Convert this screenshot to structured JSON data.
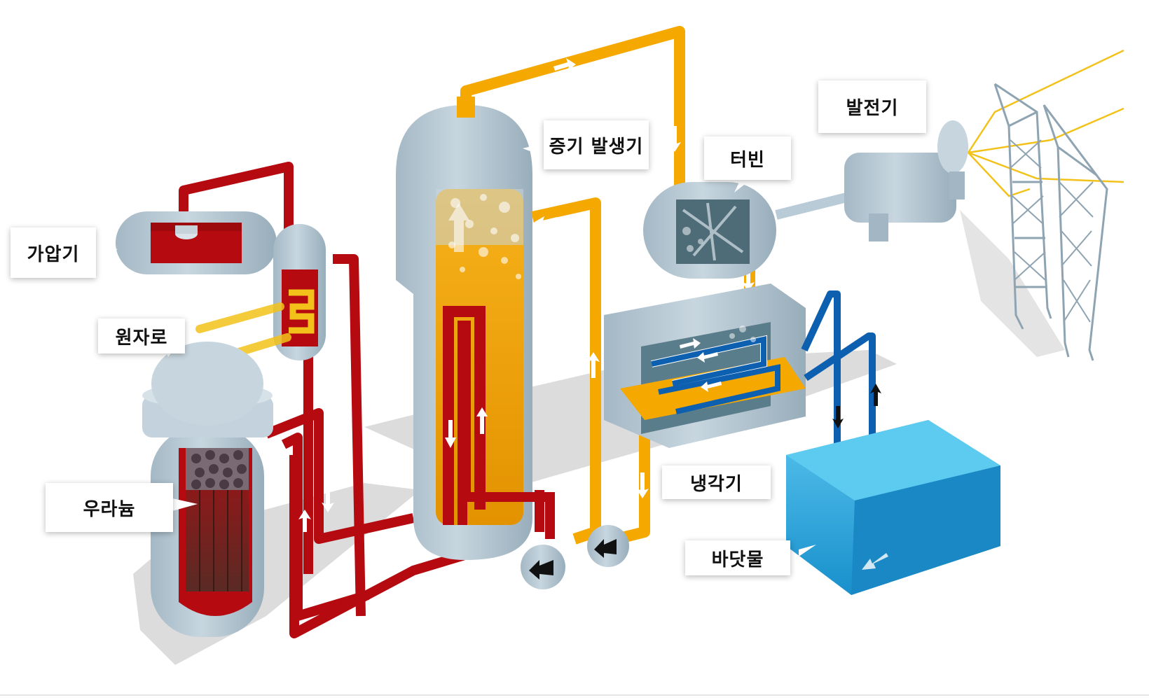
{
  "labels": {
    "pressurizer": "가압기",
    "reactor": "원자로",
    "uranium": "우라늄",
    "steam_generator": "증기 발생기",
    "turbine": "터빈",
    "generator": "발전기",
    "condenser": "냉각기",
    "seawater": "바닷물"
  },
  "colors": {
    "primary_loop": "#b40a10",
    "steam_loop": "#f5a800",
    "cooling_loop": "#0d5fb0",
    "vessel": "#b9cbd6",
    "water": "#2aa8dc",
    "power_line": "#f3c21a"
  }
}
